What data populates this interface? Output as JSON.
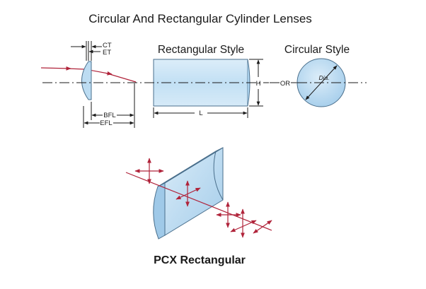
{
  "title": "Circular And Rectangular Cylinder Lenses",
  "labels": {
    "ct": "CT",
    "et": "ET",
    "bfl": "BFL",
    "efl": "EFL",
    "rectangular_style": "Rectangular Style",
    "circular_style": "Circular Style",
    "h": "H",
    "l": "L",
    "or": "OR",
    "dia": "Dia.",
    "pcx_rectangular": "PCX Rectangular"
  },
  "colors": {
    "lens_fill": "#bcdcf2",
    "lens_stroke": "#4a6f8c",
    "ray": "#b0233a",
    "text": "#1a1a1a"
  }
}
